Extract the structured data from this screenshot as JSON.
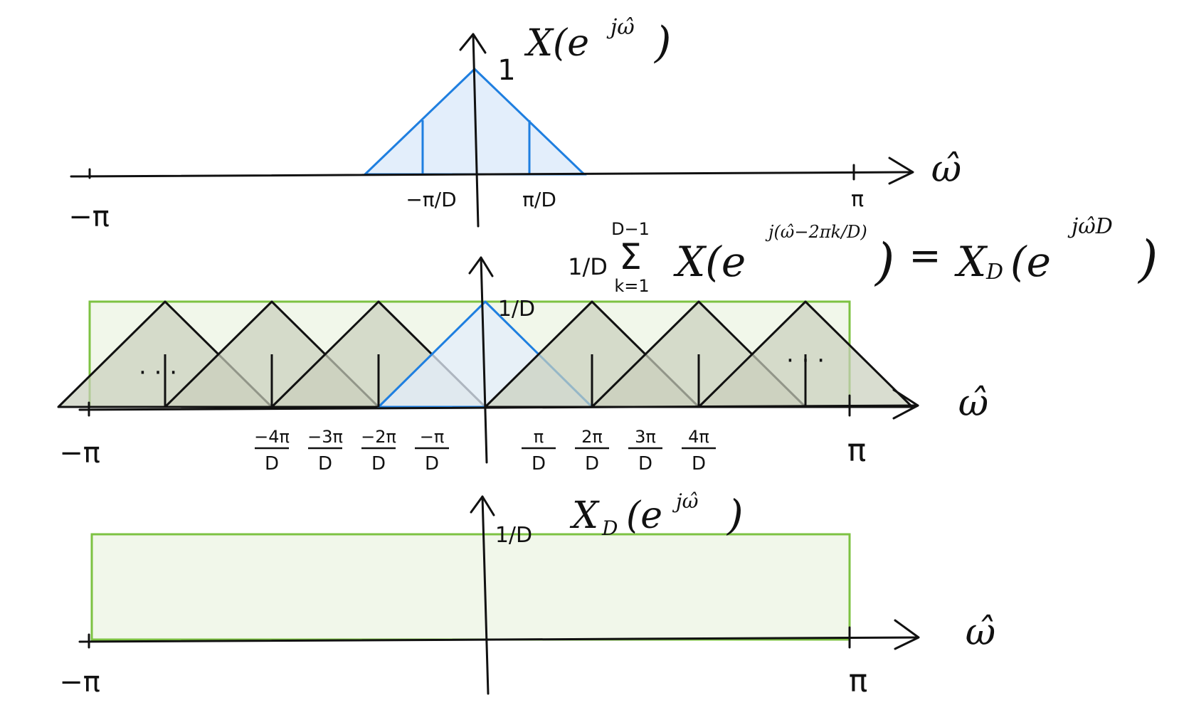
{
  "colors": {
    "ink": "#111111",
    "blue": "#1f7fe0",
    "blue_fill": "#e3eefb",
    "green": "#7dc242",
    "green_fill": "#f1f7ea",
    "gray_fill": "#c9cfbc"
  },
  "labels": {
    "omega_hat": "ω̂",
    "minus_pi": "−π",
    "pi": "π",
    "one": "1",
    "ellipsis": "· · ·"
  },
  "panel1": {
    "title": "X(e^jω̂)",
    "title_main": "X(e",
    "title_sup": "jω̂",
    "title_close": ")",
    "peak_value": 1,
    "cutoff_frac": 0.5,
    "slice_frac": 0.25,
    "tick_left": "−π/D",
    "tick_right": "π/D"
  },
  "panel2": {
    "formula": {
      "frac": "1/D",
      "sum_top": "D−1",
      "sum_bottom": "k=1",
      "sum_sym": "Σ",
      "body": "X(e",
      "body_sup": "j(ω̂−2πk/D)",
      "close": ")",
      "equals": "=",
      "rhs": "X",
      "rhs_sub": "D",
      "rhs_open": "(e",
      "rhs_sup": "jω̂D",
      "rhs_close": ")"
    },
    "amplitude": "1/D",
    "replica_centers": [
      -3,
      -2,
      -1,
      0,
      1,
      2,
      3
    ],
    "ticks": [
      {
        "num": "−4π",
        "den": "D",
        "k": -4
      },
      {
        "num": "−3π",
        "den": "D",
        "k": -3
      },
      {
        "num": "−2π",
        "den": "D",
        "k": -2
      },
      {
        "num": "−π",
        "den": "D",
        "k": -1
      },
      {
        "num": "π",
        "den": "D",
        "k": 1
      },
      {
        "num": "2π",
        "den": "D",
        "k": 2
      },
      {
        "num": "3π",
        "den": "D",
        "k": 3
      },
      {
        "num": "4π",
        "den": "D",
        "k": 4
      }
    ]
  },
  "panel3": {
    "title_main": "X",
    "title_sub": "D",
    "title_open": "(e",
    "title_sup": "jω̂",
    "title_close": ")",
    "amplitude": "1/D",
    "level_frac": 1
  }
}
